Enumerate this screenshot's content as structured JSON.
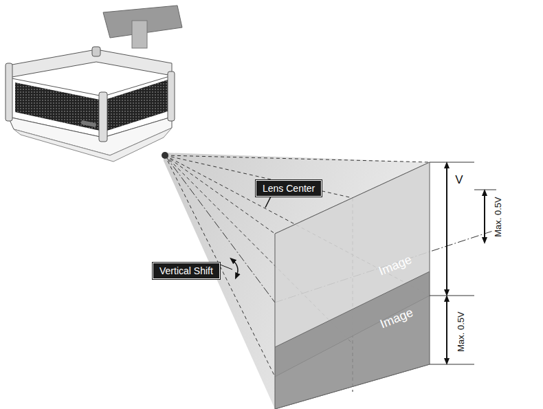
{
  "diagram": {
    "nodes": [
      {
        "text": [
          "Lens Center"
        ]
      },
      {
        "text": [
          "Vertical Shift"
        ]
      },
      {
        "text": [
          "Image"
        ]
      },
      {
        "text": [
          "Image"
        ]
      }
    ],
    "labels": [
      "V",
      "Max. 0.5V",
      "Max. 0.5V"
    ]
  }
}
